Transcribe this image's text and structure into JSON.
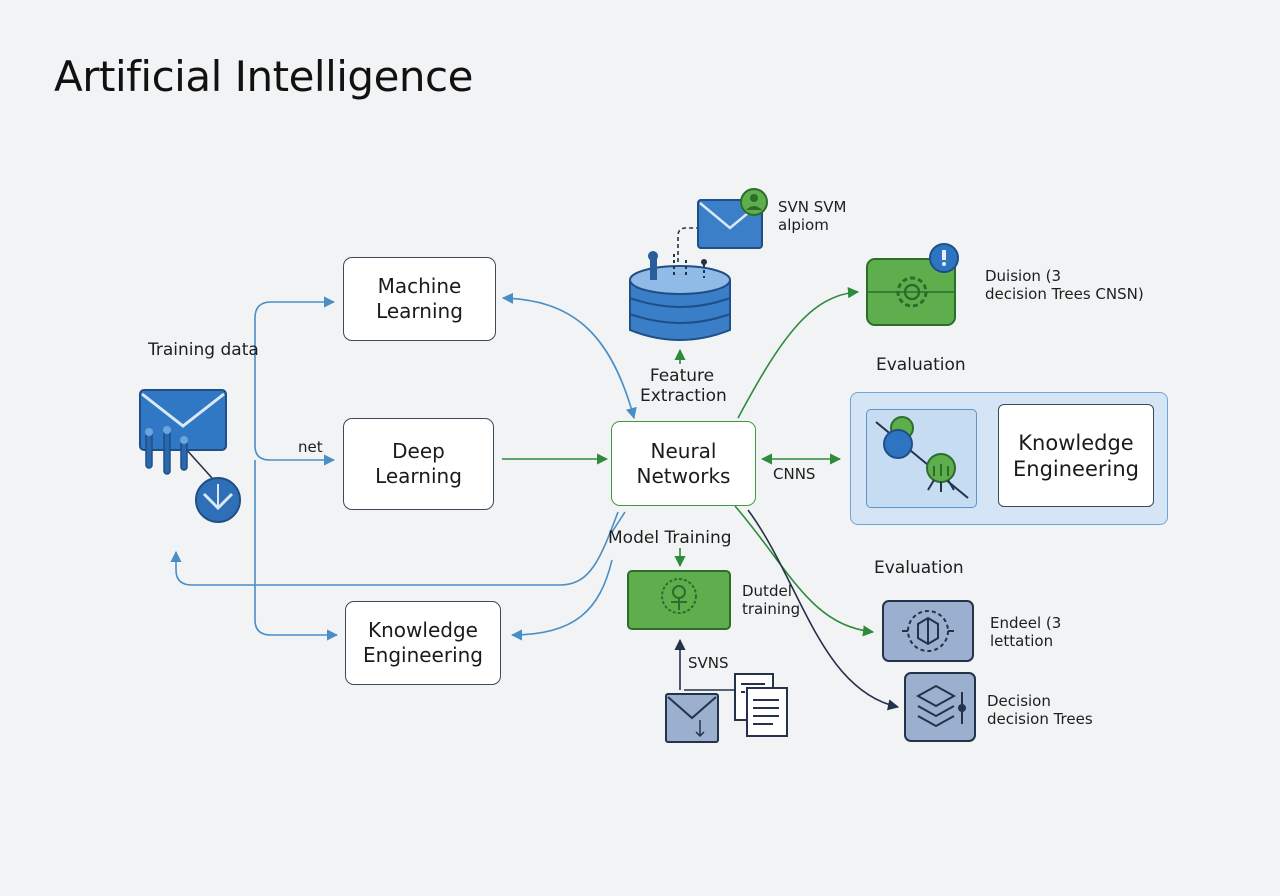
{
  "title": "Artificial Intelligence",
  "nodes": {
    "machine_learning": "Machine\nLearning",
    "deep_learning": "Deep\nLearning",
    "knowledge_engineering_left": "Knowledge\nEngineering",
    "neural_networks": "Neural\nNetworks",
    "knowledge_engineering_right": "Knowledge\nEngineering"
  },
  "labels": {
    "training_data": "Training data",
    "net": "net",
    "feature_extraction": "Feature\nExtraction",
    "model_training": "Model Training",
    "cnns": "CNNS",
    "svns": "SVNS",
    "dutdel_training": "Dutdel\ntraining",
    "evaluation_top": "Evaluation",
    "evaluation_bottom": "Evaluation",
    "svn_svm": "SVN SVM\nalpiom",
    "duision": "Duision (3\ndecision Trees CNSN)",
    "endeel": "Endeel (3\nlettation",
    "decision": "Decision\ndecision Trees"
  },
  "icons": [
    "envelope-chart-icon",
    "download-icon",
    "database-icon",
    "mail-icon",
    "gear-icon",
    "info-badge-icon",
    "network-nodes-icon",
    "bug-icon",
    "model-icon",
    "mail-small-icon",
    "document-icon",
    "circuit-icon",
    "layers-icon"
  ],
  "colors": {
    "blue_edge": "#4a8ec6",
    "green_edge": "#2f8a3c",
    "dark_edge": "#24324a",
    "green_fill": "#5fae4e",
    "blue_fill": "#2f74c0",
    "slate_fill": "#9bb0cf",
    "panel_fill": "#d6e5f5"
  }
}
